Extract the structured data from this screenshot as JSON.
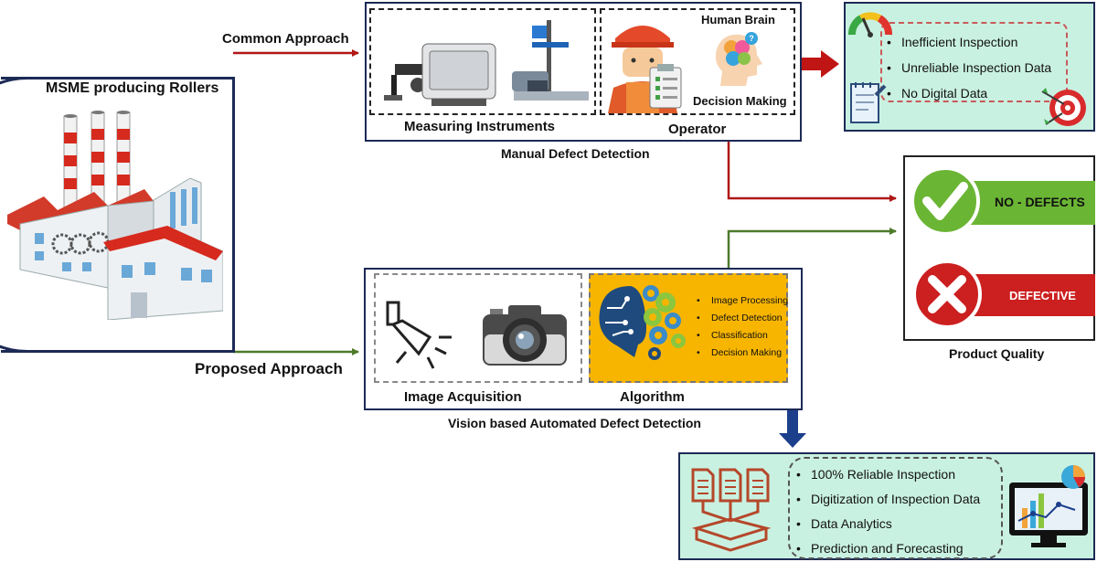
{
  "colors": {
    "navy": "#1c2a55",
    "red_arrow": "#b01717",
    "green_arrow": "#4e7a2a",
    "blue_arrow": "#1c3f8c",
    "algorithm_bg": "#f7b500",
    "mint_bg": "#c9f1e1",
    "defect_red": "#cc1f1f",
    "ok_green": "#6bb535"
  },
  "factory": {
    "title": "MSME producing Rollers"
  },
  "common_approach": {
    "label": "Common Approach"
  },
  "proposed_approach": {
    "label": "Proposed Approach"
  },
  "manual": {
    "caption": "Manual Defect Detection",
    "instruments_label": "Measuring Instruments",
    "operator_label": "Operator",
    "human_brain_label": "Human Brain",
    "decision_label": "Decision Making"
  },
  "issues": {
    "items": [
      "Inefficient Inspection",
      "Unreliable Inspection Data",
      "No Digital Data"
    ]
  },
  "quality": {
    "caption": "Product Quality",
    "ok_label": "NO - DEFECTS",
    "bad_label": "DEFECTIVE"
  },
  "vision": {
    "caption": "Vision based Automated Defect Detection",
    "acquisition_label": "Image Acquisition",
    "algorithm_label": "Algorithm",
    "algorithm_items": [
      "Image Processing",
      "Defect Detection",
      "Classification",
      "Decision Making"
    ]
  },
  "benefits": {
    "items": [
      "100% Reliable Inspection",
      "Digitization of Inspection Data",
      "Data Analytics",
      "Prediction and Forecasting"
    ]
  },
  "icons": {
    "factory": "factory-icon",
    "instruments": "measuring-instruments-icon",
    "operator": "worker-icon",
    "brain": "head-brain-icon",
    "spotlight": "spotlight-icon",
    "camera": "camera-icon",
    "ai_brain": "ai-brain-gears-icon",
    "gauge": "gauge-icon",
    "notepad": "notepad-icon",
    "target": "target-icon",
    "check": "check-icon",
    "cross": "cross-icon",
    "documents": "documents-icon",
    "monitor": "analytics-monitor-icon"
  }
}
